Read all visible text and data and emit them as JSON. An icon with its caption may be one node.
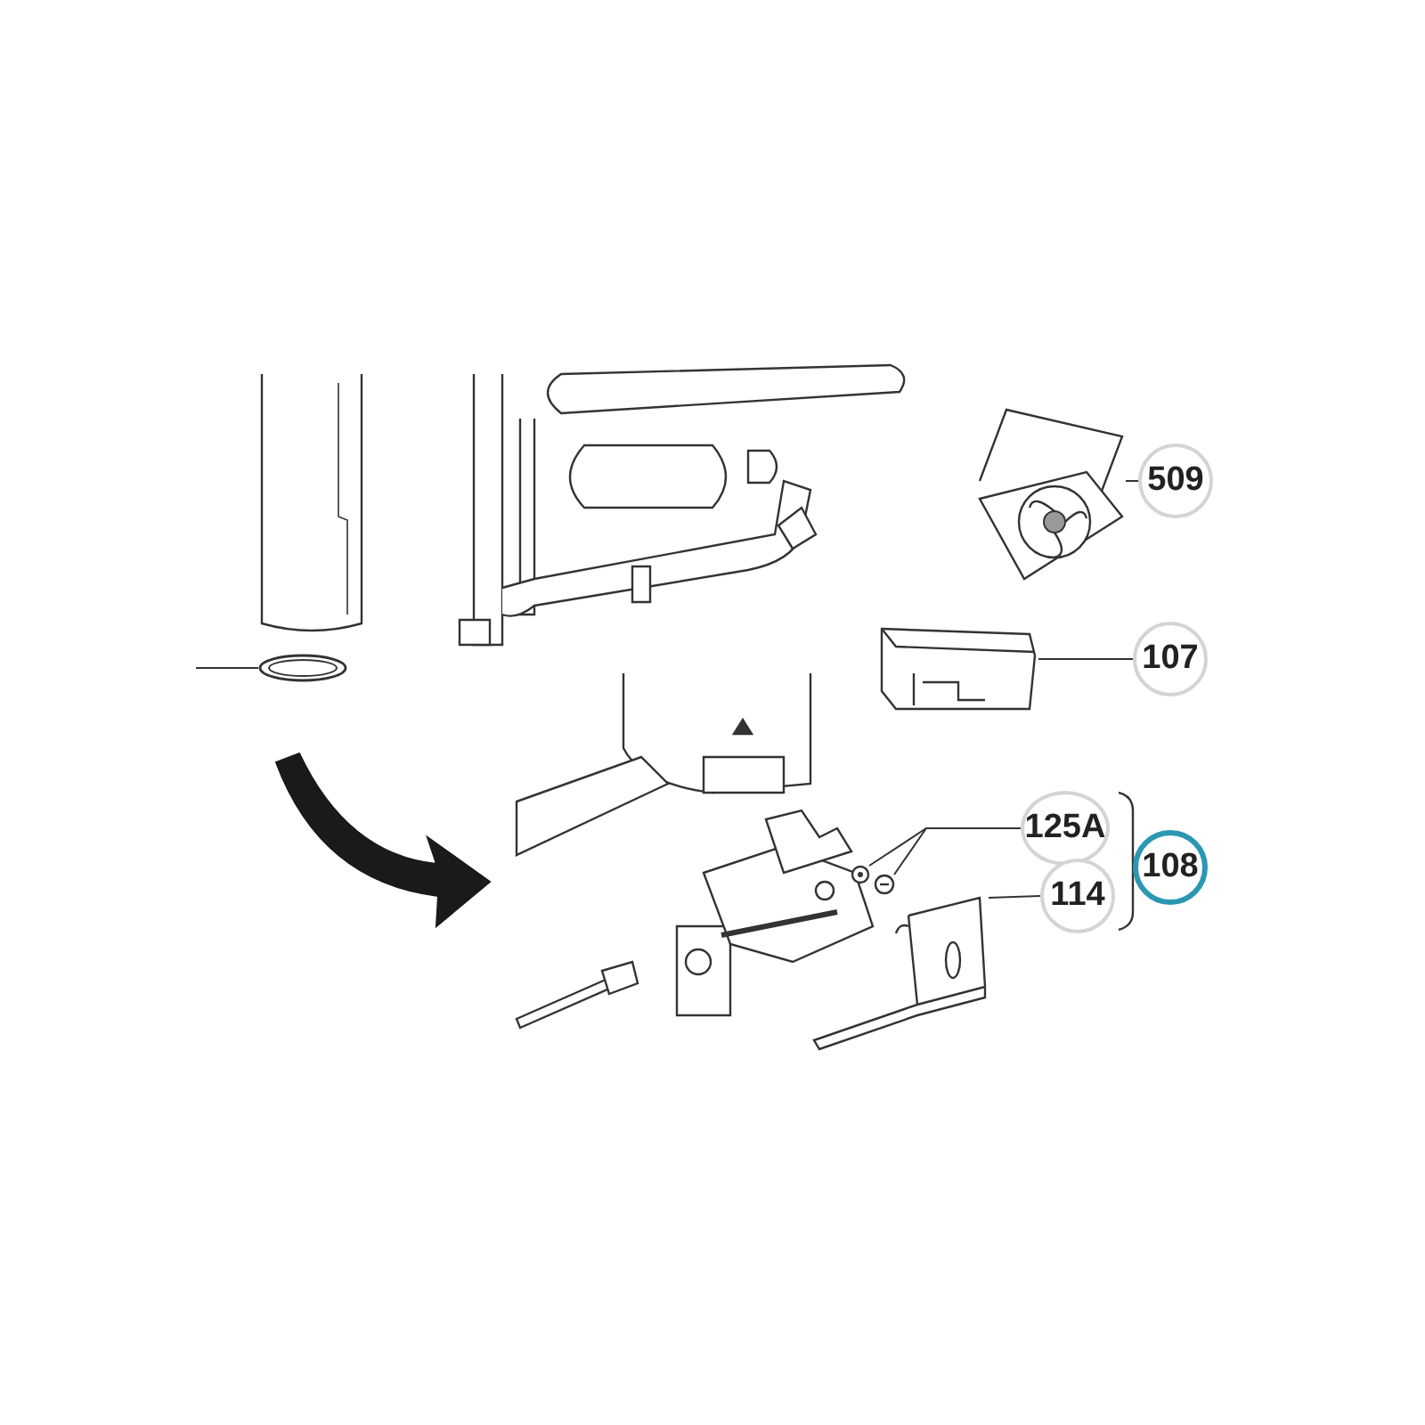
{
  "diagram": {
    "nodes": [
      {
        "text": [
          "509"
        ]
      },
      {
        "text": [],
        "shape": "picture"
      },
      {
        "text": [
          "107"
        ]
      },
      {
        "text": [],
        "shape": "picture"
      },
      {
        "text": [
          "125A"
        ]
      },
      {
        "text": [],
        "shape": "picture"
      },
      {
        "text": [],
        "shape": "picture"
      },
      {
        "text": [
          "114"
        ]
      },
      {
        "text": [],
        "shape": "picture"
      },
      {
        "text": [
          "108"
        ]
      },
      {
        "text": [],
        "shape": "picture"
      }
    ],
    "edges": [
      {
        "from": 0,
        "to": 1,
        "arrow": "none"
      },
      {
        "from": 2,
        "to": 3,
        "arrow": "none"
      },
      {
        "from": 4,
        "to": 5,
        "arrow": "none"
      },
      {
        "from": 4,
        "to": 6,
        "arrow": "none"
      },
      {
        "from": 7,
        "to": 8,
        "arrow": "none"
      },
      {
        "from": null,
        "to": 10,
        "arrow": "none"
      }
    ]
  }
}
